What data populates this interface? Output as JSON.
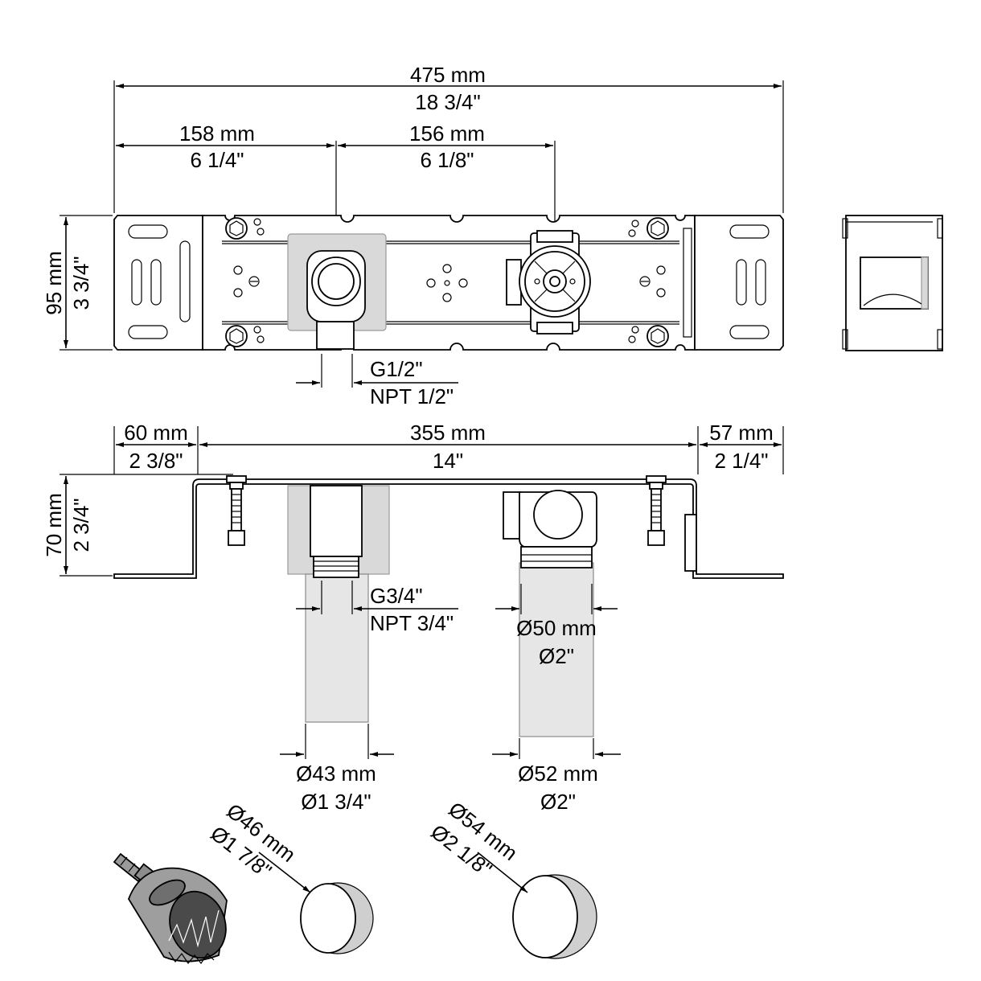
{
  "dimensions": {
    "overall_width_mm": "475 mm",
    "overall_width_in": "18 3/4\"",
    "left_to_inlet_mm": "158 mm",
    "left_to_inlet_in": "6 1/4\"",
    "inlet_to_valve_mm": "156 mm",
    "inlet_to_valve_in": "6 1/8\"",
    "height_mm": "95 mm",
    "height_in": "3 3/4\"",
    "inlet_thread_g": "G1/2\"",
    "inlet_thread_npt": "NPT 1/2\"",
    "left_bracket_mm": "60 mm",
    "left_bracket_in": "2 3/8\"",
    "center_span_mm": "355 mm",
    "center_span_in": "14\"",
    "right_bracket_mm": "57 mm",
    "right_bracket_in": "2 1/4\"",
    "depth_mm": "70 mm",
    "depth_in": "2 3/4\"",
    "outlet_thread_g": "G3/4\"",
    "outlet_thread_npt": "NPT 3/4\"",
    "valve_body_dia_mm": "Ø50 mm",
    "valve_body_dia_in": "Ø2\"",
    "outlet_sleeve_dia_mm": "Ø43 mm",
    "outlet_sleeve_dia_in": "Ø1 3/4\"",
    "valve_sleeve_dia_mm": "Ø52 mm",
    "valve_sleeve_dia_in": "Ø2\"",
    "hole_saw_small_mm": "Ø46 mm",
    "hole_saw_small_in": "Ø1 7/8\"",
    "hole_saw_large_mm": "Ø54 mm",
    "hole_saw_large_in": "Ø2 1/8\""
  },
  "colors": {
    "line": "#000000",
    "shade": "#d9d9d9"
  },
  "icons": {
    "hole_saw": "hole-saw-drill-bit-icon"
  }
}
